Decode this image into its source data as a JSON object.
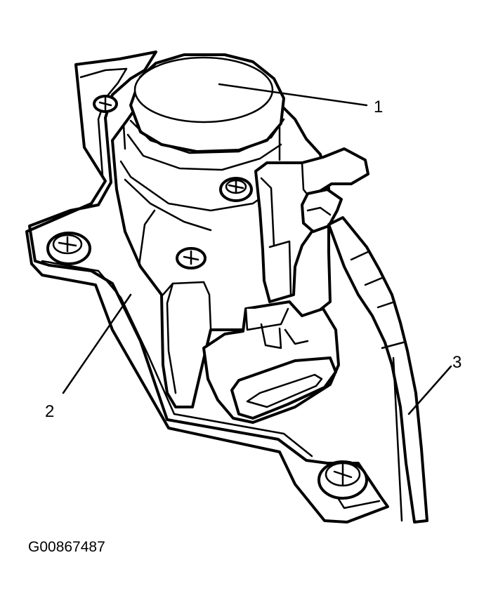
{
  "figure": {
    "id_text": "G00867487"
  },
  "callouts": [
    {
      "number": "1"
    },
    {
      "number": "2"
    },
    {
      "number": "3"
    }
  ]
}
